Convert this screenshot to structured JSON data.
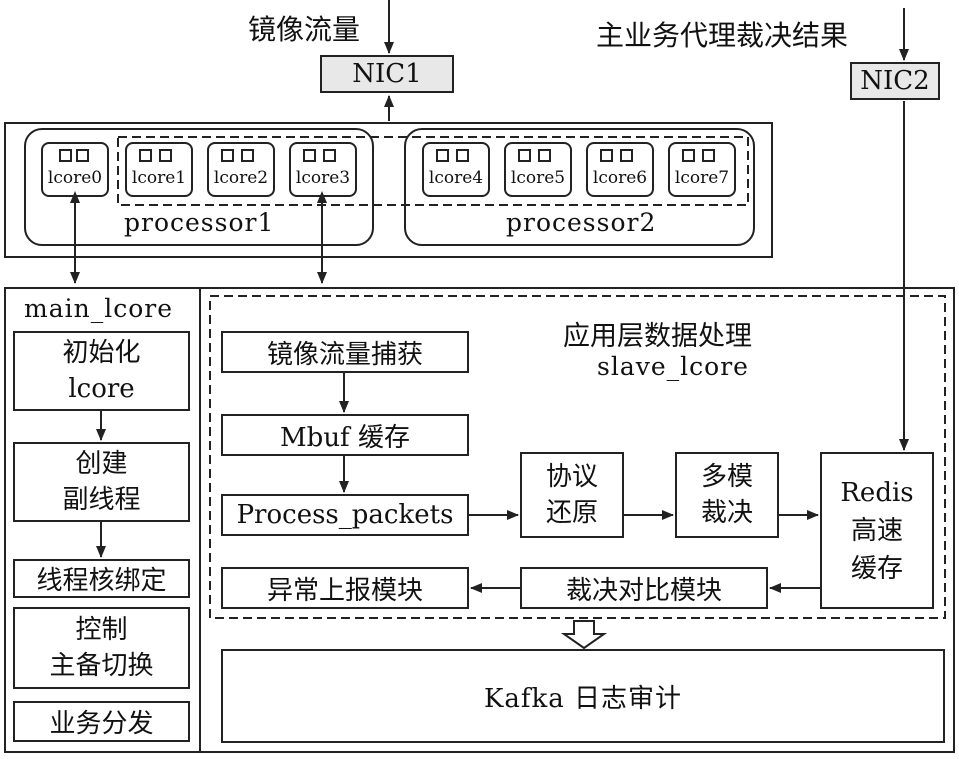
{
  "top": {
    "mirror_label": "镜像流量",
    "arbiter_label": "主业务代理裁决结果",
    "nic1": "NIC1",
    "nic2": "NIC2"
  },
  "processors": {
    "p1_label": "processor1",
    "p2_label": "processor2",
    "cores": [
      "lcore0",
      "lcore1",
      "lcore2",
      "lcore3",
      "lcore4",
      "lcore5",
      "lcore6",
      "lcore7"
    ]
  },
  "main": {
    "title": "main_lcore",
    "init_1": "初始化",
    "init_2": "lcore",
    "create_1": "创建",
    "create_2": "副线程",
    "bind": "线程核绑定",
    "ctrl_1": "控制",
    "ctrl_2": "主备切换",
    "dispatch": "业务分发"
  },
  "app": {
    "title_1": "应用层数据处理",
    "title_2": "slave_lcore",
    "capture": "镜像流量捕获",
    "mbuf": "Mbuf 缓存",
    "process": "Process_packets",
    "restore_1": "协议",
    "restore_2": "还原",
    "multi_1": "多模",
    "multi_2": "裁决",
    "redis_1": "Redis",
    "redis_2": "高速",
    "redis_3": "缓存",
    "report": "异常上报模块",
    "compare": "裁决对比模块"
  },
  "kafka": "Kafka 日志审计"
}
